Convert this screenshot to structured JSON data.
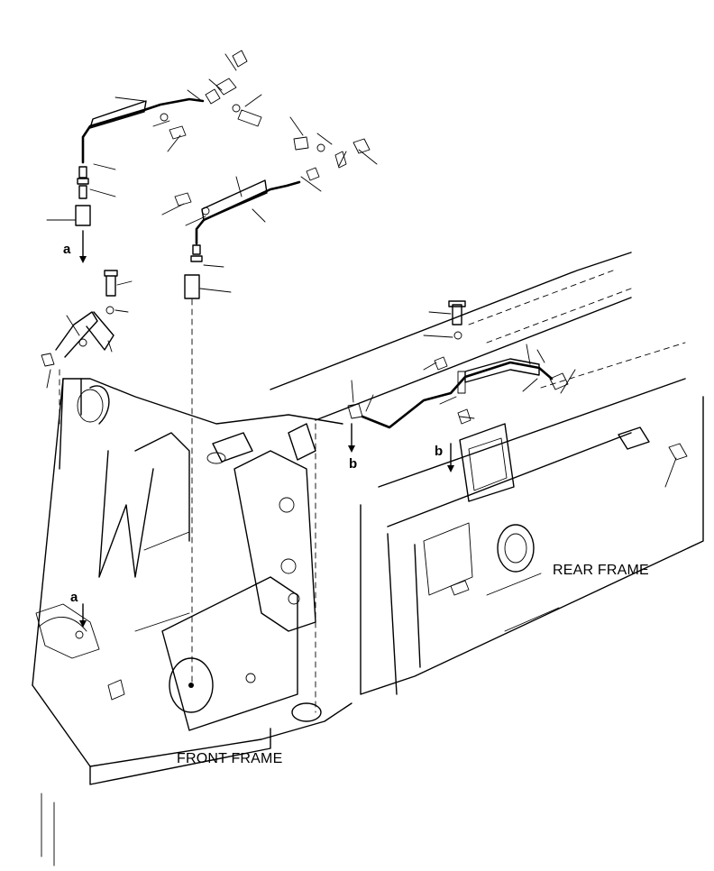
{
  "labels": {
    "rear_frame": "REAR FRAME",
    "front_frame": "FRONT FRAME",
    "ref_a": "a",
    "ref_b": "b"
  },
  "colors": {
    "ink": "#000000",
    "paper": "#ffffff"
  }
}
